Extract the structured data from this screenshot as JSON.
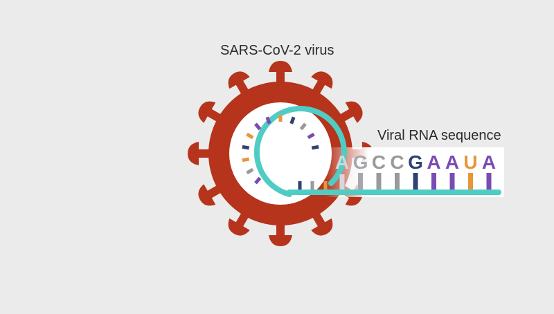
{
  "labels": {
    "virus": "SARS-CoV-2 virus",
    "rna": "Viral RNA sequence"
  },
  "sequence": [
    {
      "letter": "A",
      "color": "#d6d6dc"
    },
    {
      "letter": "G",
      "color": "#a6a6ae"
    },
    {
      "letter": "C",
      "color": "#9a9a9a"
    },
    {
      "letter": "C",
      "color": "#9a9a9a"
    },
    {
      "letter": "G",
      "color": "#2f4272"
    },
    {
      "letter": "A",
      "color": "#7b4bb3"
    },
    {
      "letter": "A",
      "color": "#7b4bb3"
    },
    {
      "letter": "U",
      "color": "#e8963a"
    },
    {
      "letter": "A",
      "color": "#7b4bb3"
    }
  ],
  "colors": {
    "virus": "#b5341b",
    "strand": "#4fcdc4",
    "background": "#ebebeb"
  }
}
